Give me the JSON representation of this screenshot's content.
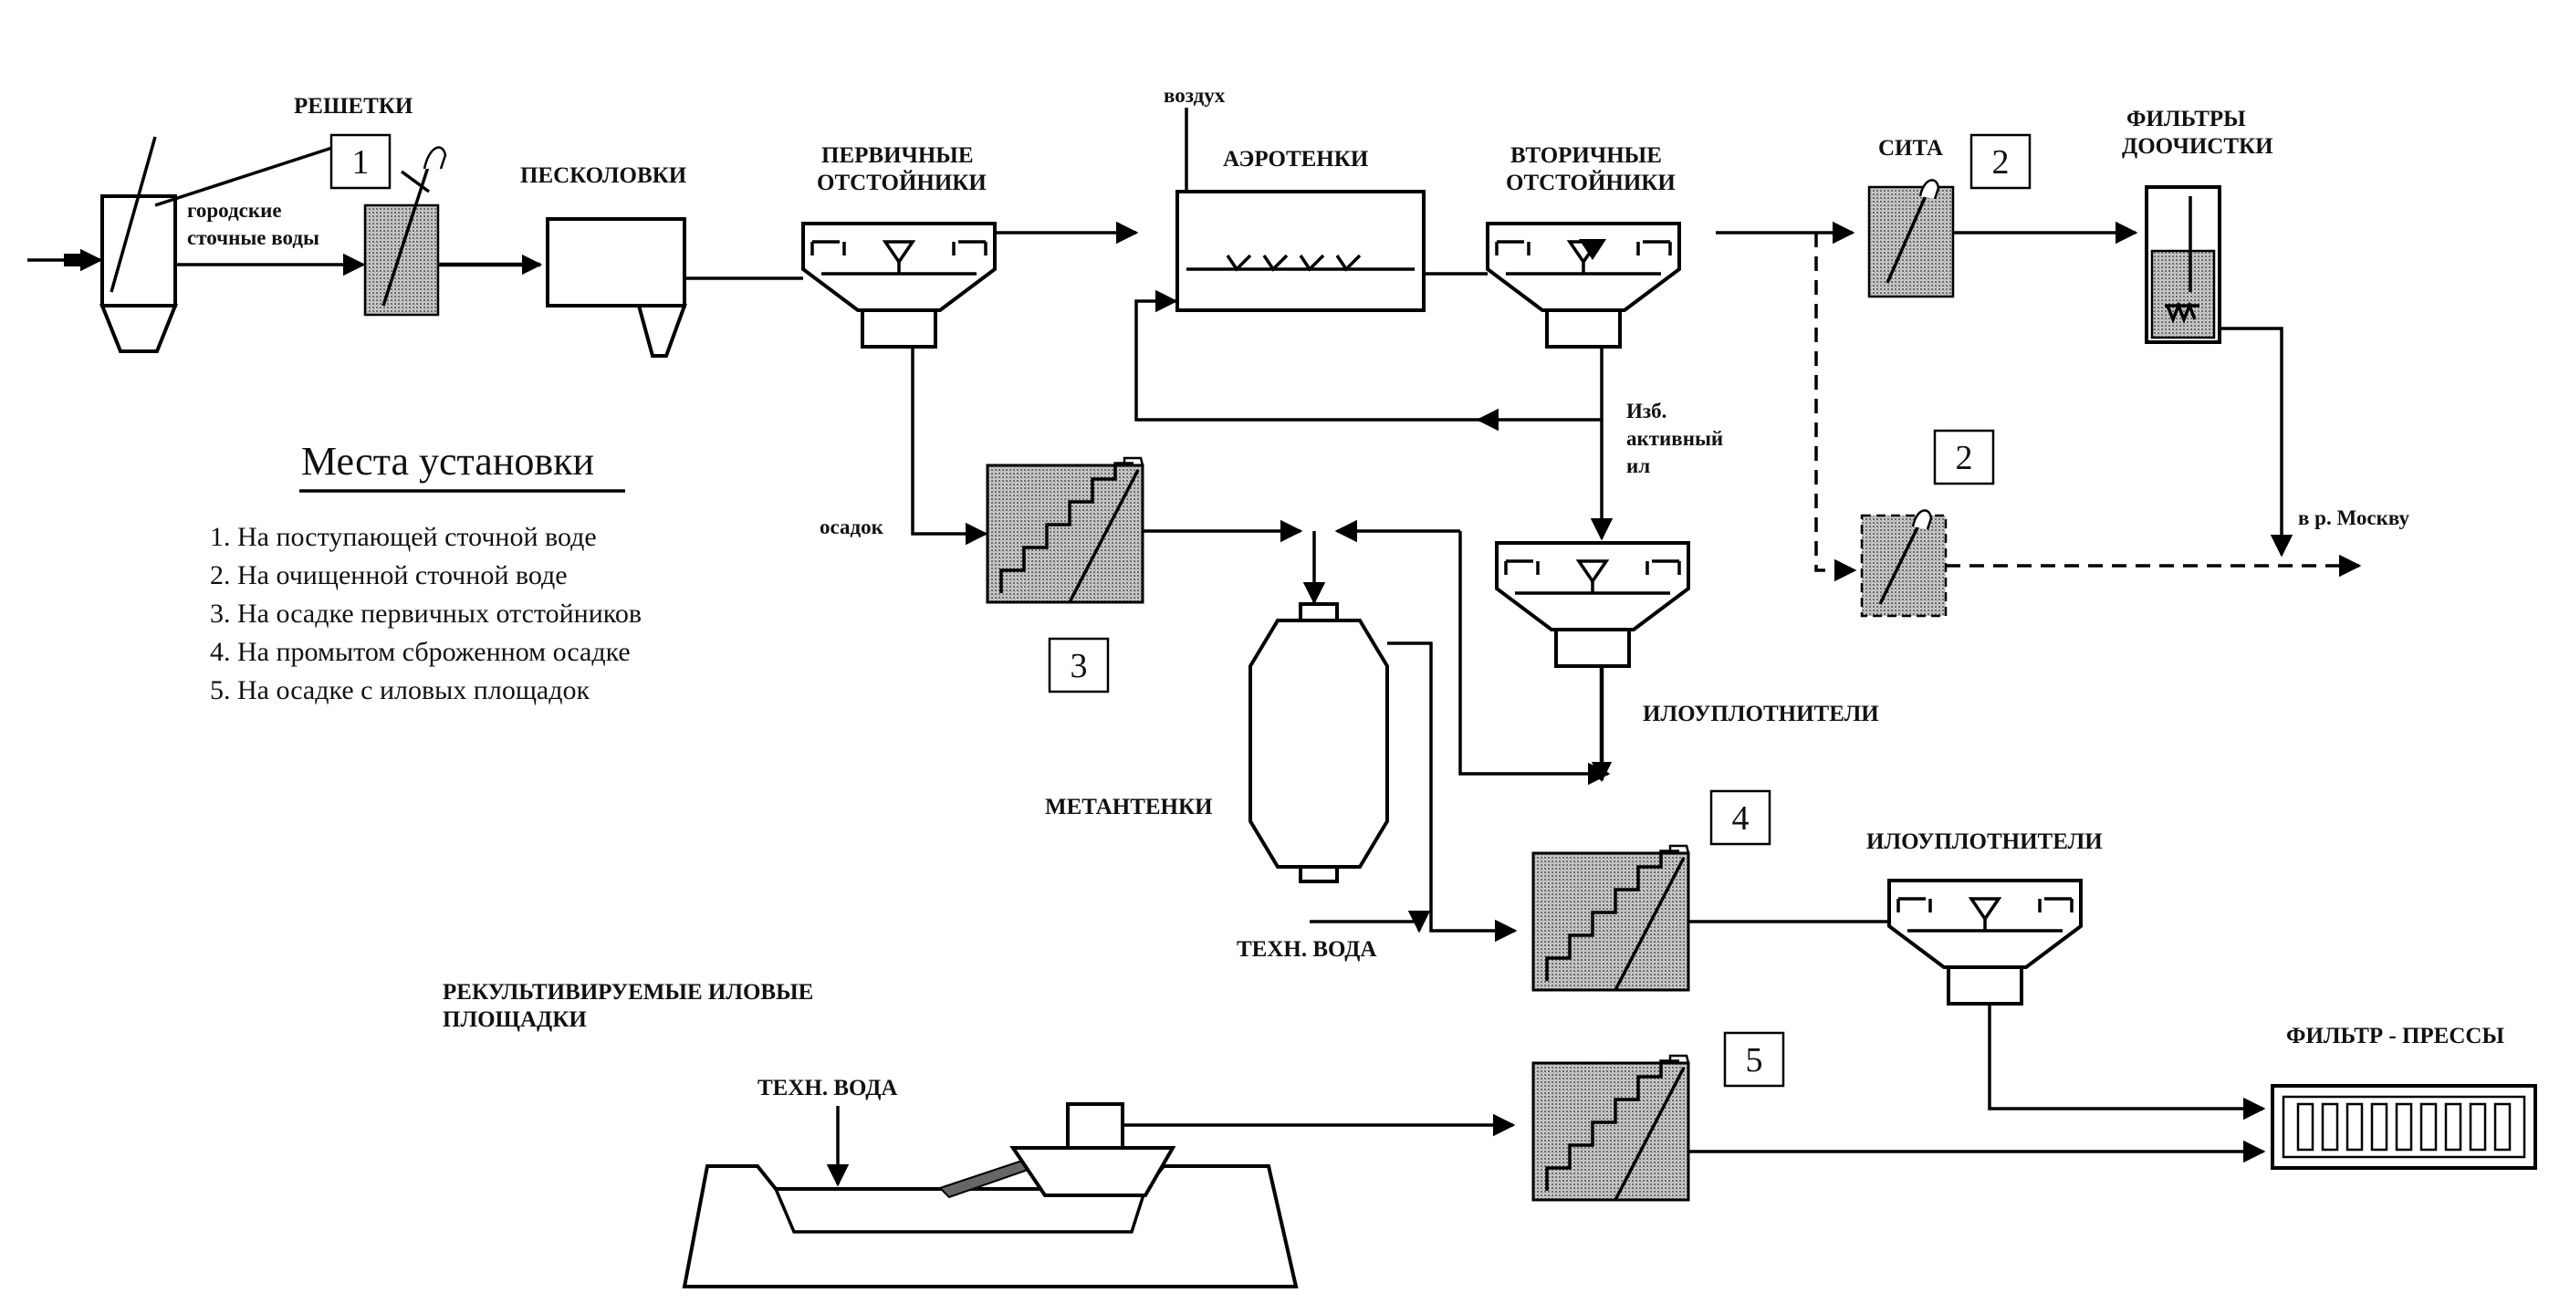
{
  "labels": {
    "reshetki": "РЕШЕТКИ",
    "gorodskie_1": "городские",
    "gorodskie_2": "сточные воды",
    "peskolovki": "ПЕСКОЛОВКИ",
    "pervichnye_1": "ПЕРВИЧНЫЕ",
    "pervichnye_2": "ОТСТОЙНИКИ",
    "vozdukh": "воздух",
    "aerotenki": "АЭРОТЕНКИ",
    "vtorichnye_1": "ВТОРИЧНЫЕ",
    "vtorichnye_2": "ОТСТОЙНИКИ",
    "sita": "СИТА",
    "filtry_1": "ФИЛЬТРЫ",
    "filtry_2": "ДООЧИСТКИ",
    "osadok": "осадок",
    "izb_1": "Изб.",
    "izb_2": "активный",
    "izb_3": "ил",
    "v_moskvu": "в р. Москву",
    "iloupl_1": "ИЛОУПЛОТНИТЕЛИ",
    "metantenki": "МЕТАНТЕНКИ",
    "tekhn_voda_1": "ТЕХН. ВОДА",
    "iloupl_2": "ИЛОУПЛОТНИТЕЛИ",
    "rekult_1": "РЕКУЛЬТИВИРУЕМЫЕ ИЛОВЫЕ",
    "rekult_2": "ПЛОЩАДКИ",
    "tekhn_voda_2": "ТЕХН. ВОДА",
    "filtr_pressy": "ФИЛЬТР - ПРЕССЫ"
  },
  "markers": [
    "1",
    "2",
    "2",
    "3",
    "4",
    "5"
  ],
  "legend": {
    "title": "Места установки",
    "items": [
      "1. На поступающей сточной воде",
      "2. На очищенной сточной воде",
      "3. На осадке первичных отстойников",
      "4. На промытом сброженном осадке",
      "5. На осадке с иловых площадок"
    ]
  }
}
